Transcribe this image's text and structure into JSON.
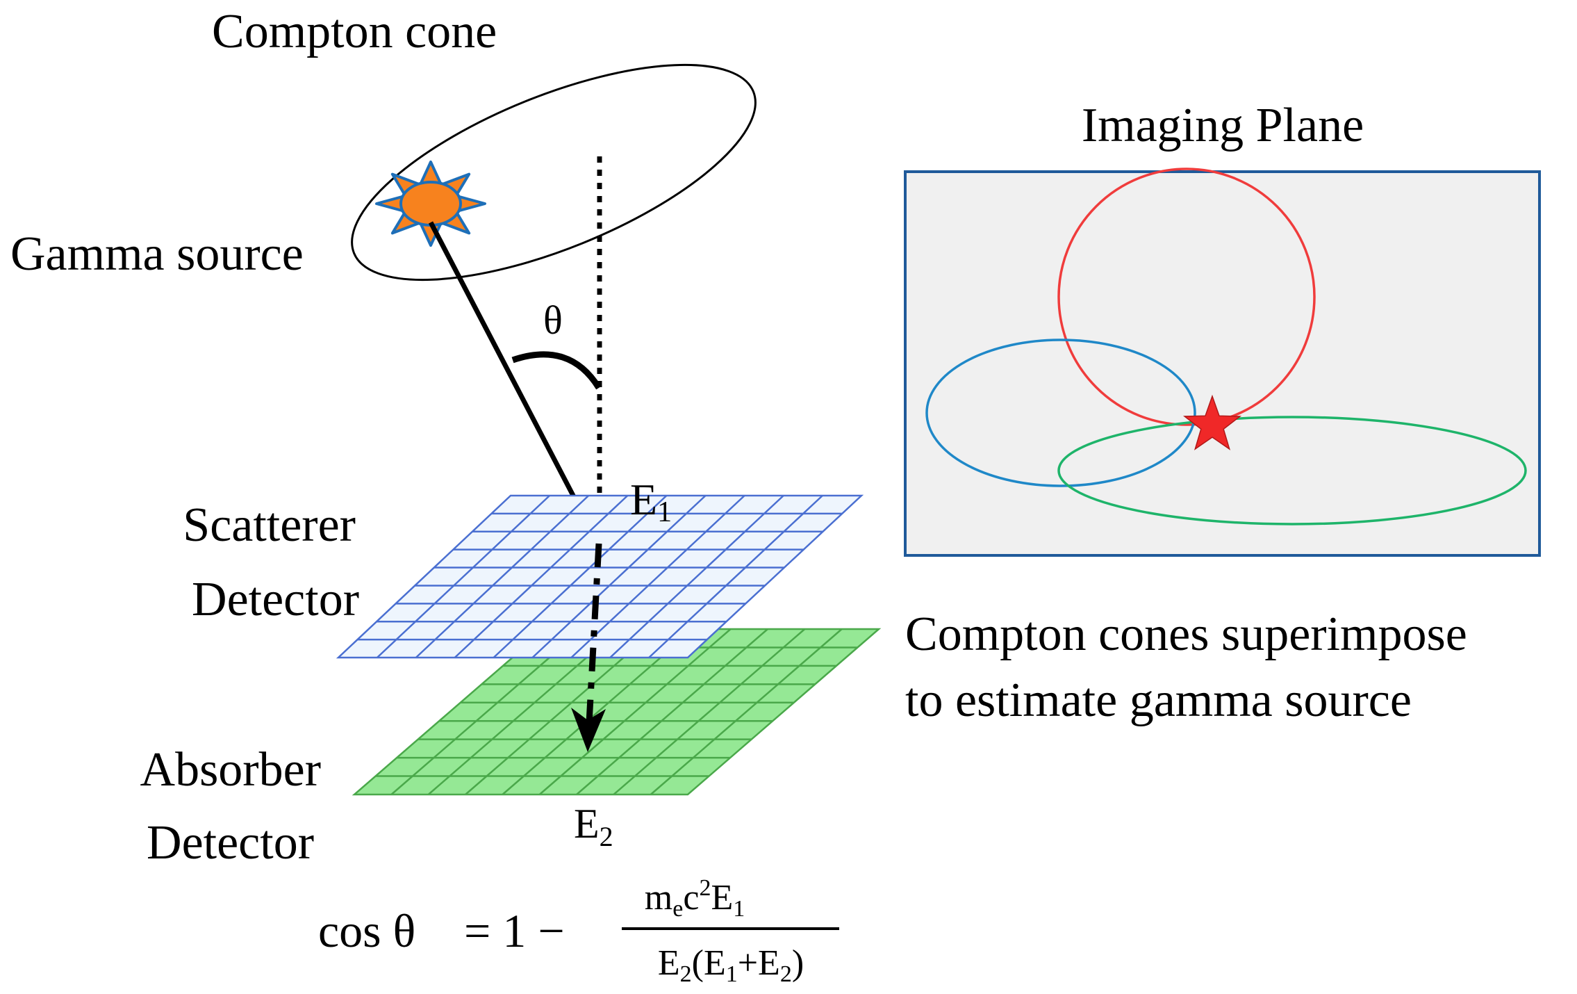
{
  "labels": {
    "compton_cone": "Compton cone",
    "gamma_source": "Gamma source",
    "theta": "θ",
    "scatterer_line1": "Scatterer",
    "scatterer_line2": "Detector",
    "absorber_line1": "Absorber",
    "absorber_line2": "Detector",
    "e1_base": "E",
    "e1_sub": "1",
    "e2_base": "E",
    "e2_sub": "2",
    "imaging_plane": "Imaging Plane",
    "caption_line1": "Compton cones superimpose",
    "caption_line2": "to estimate gamma source"
  },
  "formula": {
    "lhs": "cos θ",
    "equals": "= 1 −",
    "num_me": "m",
    "num_e_sub": "e",
    "num_c": "c",
    "num_sq": "2",
    "num_E": "E",
    "num_E_sub": "1",
    "den_E": "E",
    "den_E_sub": "2",
    "den_open": "(E",
    "den_sub1": "1",
    "den_plus": "+E",
    "den_sub2": "2",
    "den_close": ")"
  },
  "colors": {
    "scatterer_fill": "#eef5fd",
    "scatterer_grid": "#4a6fd1",
    "absorber_fill": "#95e895",
    "absorber_grid": "#4aa84a",
    "sun_fill": "#f7821e",
    "sun_outline": "#1e6fb8",
    "frame_border": "#1f5a9a",
    "frame_fill": "#f0f0f0",
    "circle_red": "#f03c3c",
    "ellipse_blue": "#1f88c8",
    "ellipse_green": "#1eb46a",
    "star": "#f02828"
  }
}
